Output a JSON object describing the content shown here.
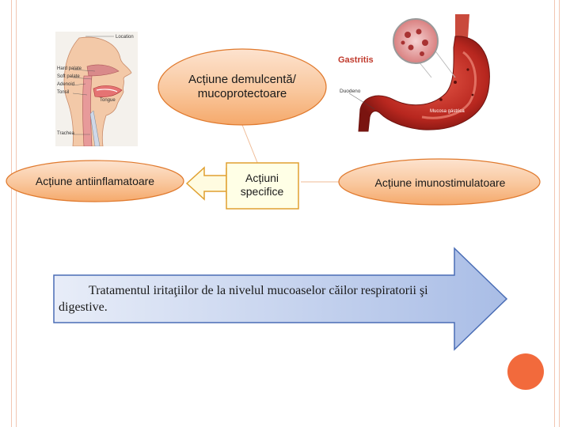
{
  "colors": {
    "ellipse_fill_light": "#fde3cf",
    "ellipse_fill_dark": "#f5a96b",
    "ellipse_stroke": "#e07a2e",
    "center_box_fill": "#ffffe6",
    "center_box_stroke": "#e0a030",
    "arrow_fill_light": "#e8edf8",
    "arrow_fill_dark": "#a9bde6",
    "arrow_stroke": "#4a6db5",
    "accent_circle": "#f26a3c",
    "slide_border": "#f2c6b2"
  },
  "nodes": {
    "top": "Acțiune demulcentă/ mucoprotectoare",
    "left": "Acțiune antiinflamatoare",
    "center": "Acțiuni specifice",
    "right": "Acțiune imunostimulatoare"
  },
  "arrow_text": "Tratamentul iritaţiilor de la nivelul mucoaselor căilor respiratorii şi digestive.",
  "throat_image": {
    "labels": {
      "location": "Location",
      "hard_palate": "Hard palate",
      "soft_palate": "Soft palate",
      "adenoid": "Adenoid",
      "tonsil": "Tonsil",
      "tongue": "Tongue",
      "trachea": "Trachea"
    }
  },
  "stomach_image": {
    "title": "Gastritis",
    "labels": {
      "duodenum": "Duodeno",
      "mucosa": "Mucosa gástrica"
    }
  }
}
